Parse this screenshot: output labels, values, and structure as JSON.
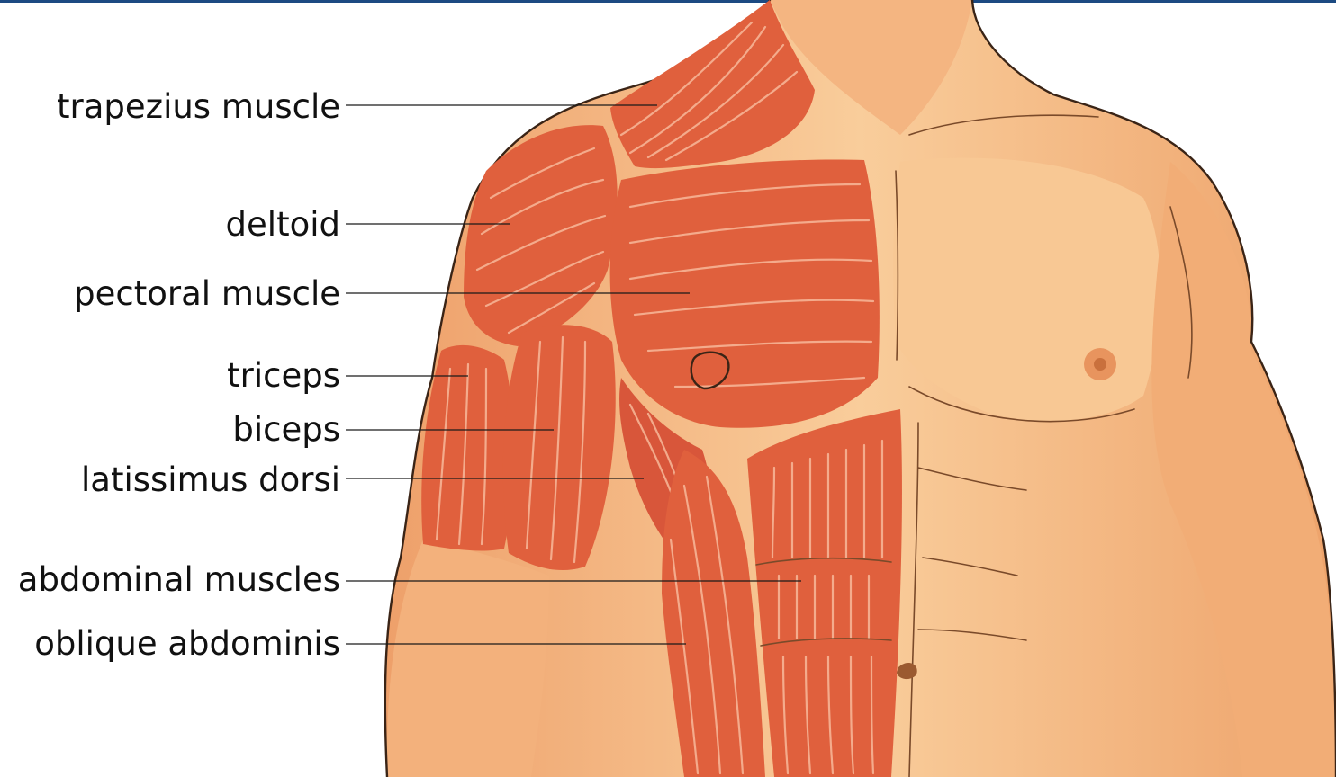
{
  "labels": {
    "trapezius": "trapezius muscle",
    "deltoid": "deltoid",
    "pectoral": "pectoral muscle",
    "triceps": "triceps",
    "biceps": "biceps",
    "latissimus": "latissimus dorsi",
    "abdominal": "abdominal muscles",
    "oblique": "oblique abdominis"
  },
  "colors": {
    "skin": "#f4b27c",
    "skin_light": "#f9cd9b",
    "skin_shadow": "#e6955c",
    "muscle": "#e0603d",
    "muscle_dark": "#c8462a",
    "fiber": "#f7b99a",
    "outline": "#3a2416",
    "top_bar": "#1c4a82"
  }
}
